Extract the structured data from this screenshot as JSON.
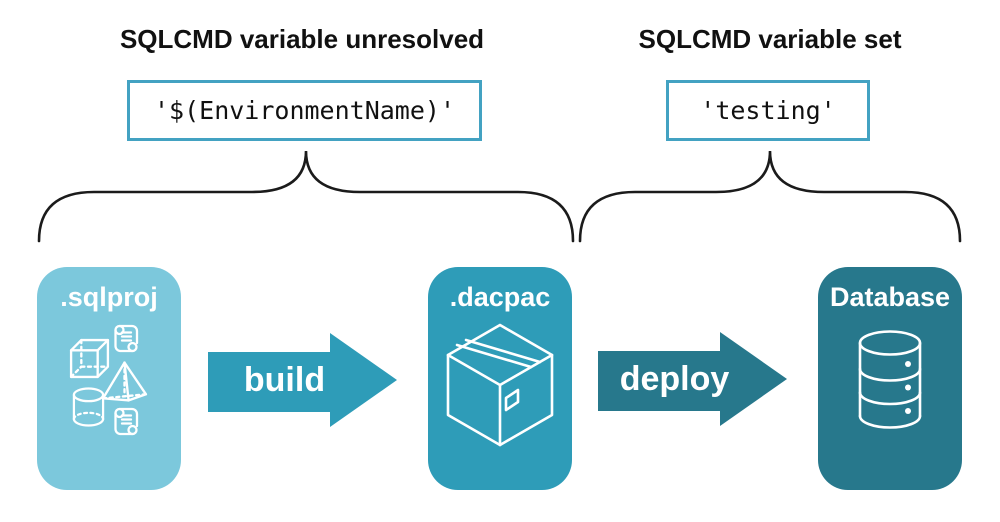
{
  "annotations": {
    "unresolved": {
      "title": "SQLCMD variable unresolved",
      "code": "'$(EnvironmentName)'"
    },
    "resolved": {
      "title": "SQLCMD variable set",
      "code": "'testing'"
    }
  },
  "pipeline": {
    "stages": [
      {
        "label": ".sqlproj",
        "icon": "sql-objects-icons",
        "color": "#7cc8dc"
      },
      {
        "label": ".dacpac",
        "icon": "package-box-icon",
        "color": "#2e9cb8"
      },
      {
        "label": "Database",
        "icon": "database-cylinder-icon",
        "color": "#27788c"
      }
    ],
    "arrows": [
      {
        "label": "build",
        "color": "#2e9cb8"
      },
      {
        "label": "deploy",
        "color": "#27788c"
      }
    ]
  },
  "colors": {
    "stage_sqlproj": "#7cc8dc",
    "stage_dacpac": "#2e9cb8",
    "stage_database": "#27788c",
    "code_box_border": "#43a2c2",
    "brace_stroke": "#1b1b1b",
    "text": "#111111",
    "background": "#ffffff"
  }
}
